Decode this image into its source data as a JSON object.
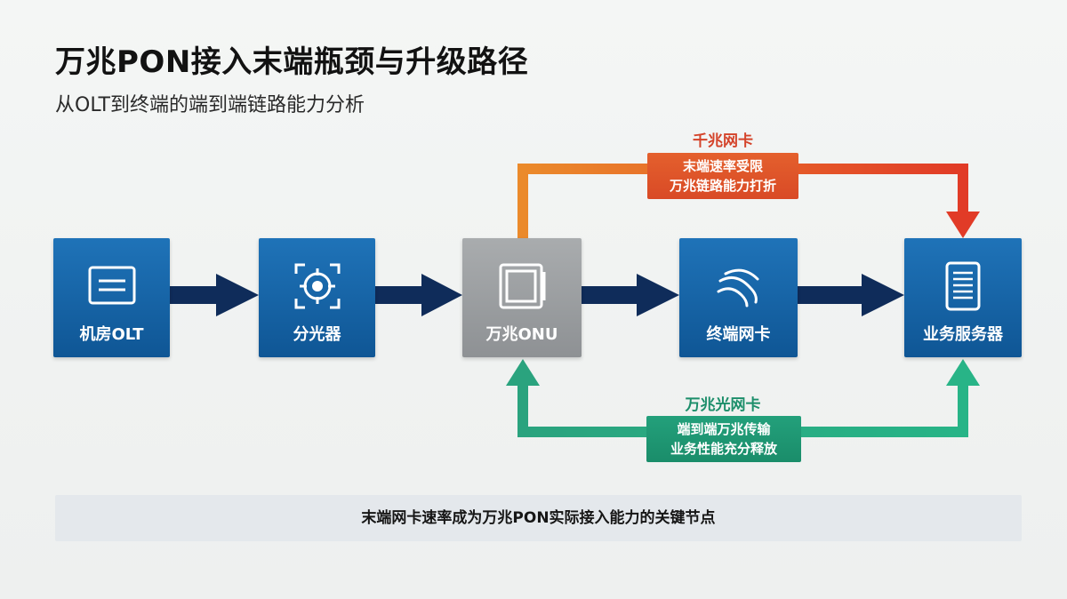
{
  "title": "万兆PON接入末端瓶颈与升级路径",
  "subtitle": "从OLT到终端的端到端链路能力分析",
  "nodes": [
    {
      "label": "机房OLT",
      "icon": "olt-device-icon"
    },
    {
      "label": "分光器",
      "icon": "splitter-target-icon"
    },
    {
      "label": "万兆ONU",
      "icon": "onu-device-icon"
    },
    {
      "label": "终端网卡",
      "icon": "wireless-signal-icon"
    },
    {
      "label": "业务服务器",
      "icon": "server-document-icon"
    }
  ],
  "upper_path": {
    "title": "千兆网卡",
    "line1": "末端速率受限",
    "line2": "万兆链路能力打折",
    "color": "#e3602c"
  },
  "lower_path": {
    "title": "万兆光网卡",
    "line1": "端到端万兆传输",
    "line2": "业务性能充分释放",
    "color": "#1e9a76"
  },
  "footer": "末端网卡速率成为万兆PON实际接入能力的关键节点",
  "colors": {
    "node_blue": "#1565a8",
    "node_gray": "#9a9da0",
    "main_arrow": "#0f2c5a"
  }
}
